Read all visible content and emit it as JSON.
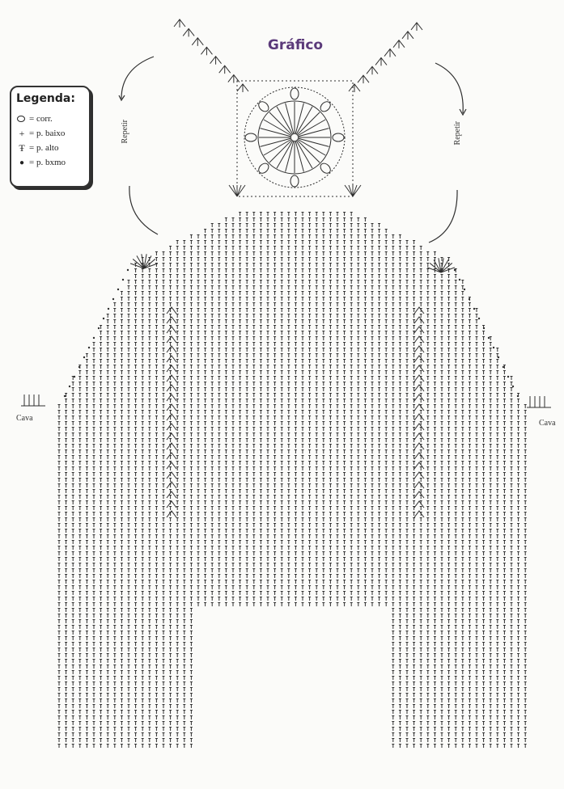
{
  "title": "Gráfico",
  "legend": {
    "title": "Legenda:",
    "items": [
      {
        "symbol": "oval",
        "glyph": "",
        "label": "= corr."
      },
      {
        "symbol": "cross",
        "glyph": "+",
        "label": "= p. baixo"
      },
      {
        "symbol": "tall",
        "glyph": "Ŧ",
        "label": "= p. alto"
      },
      {
        "symbol": "dot",
        "glyph": "●",
        "label": "= p. bxmo"
      }
    ]
  },
  "labels": {
    "repeat_left": "Repetir",
    "repeat_right": "Repetir",
    "cava_left": "Cava",
    "cava_right": "Cava"
  },
  "colors": {
    "ink": "#2f2f2f",
    "title": "#5b3a7a",
    "paper": "#fbfbf9"
  }
}
